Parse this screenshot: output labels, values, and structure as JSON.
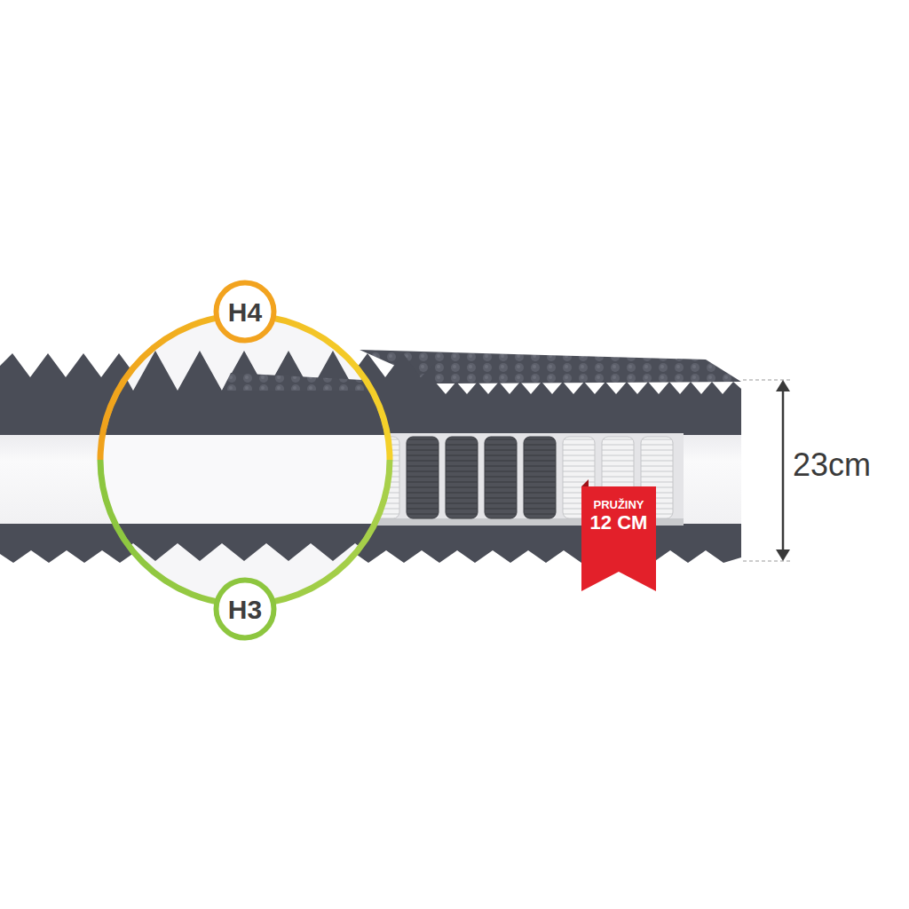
{
  "diagram": {
    "nodes": [
      {
        "text": [
          "H4"
        ]
      },
      {
        "text": [
          "H3"
        ]
      },
      {
        "text": [
          "PRUŽINY",
          "12 CM"
        ]
      }
    ],
    "labels": [
      "23cm"
    ]
  }
}
